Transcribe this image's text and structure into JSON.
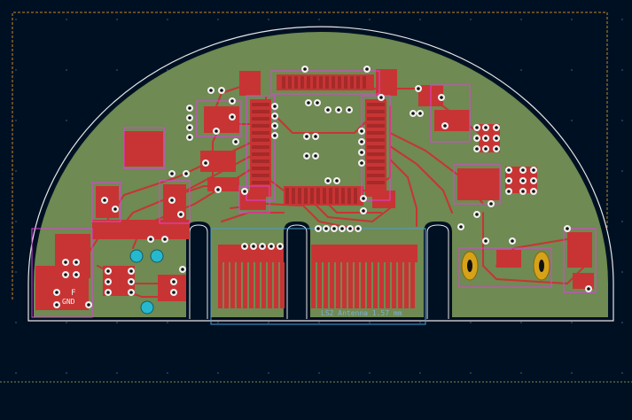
{
  "colors": {
    "background": "#001023",
    "board_fill": "#6f8a52",
    "copper": "#c83434",
    "copper_dark": "#a52a2a",
    "outline": "#e6e6e6",
    "courtyard": "#e040e0",
    "fab_outline": "#c08a2a",
    "grid_dot": "#33506e",
    "pad_white": "#f0f0f0",
    "via_hole": "#101010",
    "gold": "#d6a21a",
    "cyan_pad": "#26b8cf",
    "cut_outline": "#4aa0d0"
  },
  "labels": {
    "silk_f": "F",
    "silk_gnd": "GND",
    "dimension": "LS2 Antenna 1.57 mm"
  },
  "icons": {
    "via": "via-icon",
    "mounting_pad": "cyan-pad-icon",
    "oval_pad": "gold-oval-pad-icon"
  }
}
